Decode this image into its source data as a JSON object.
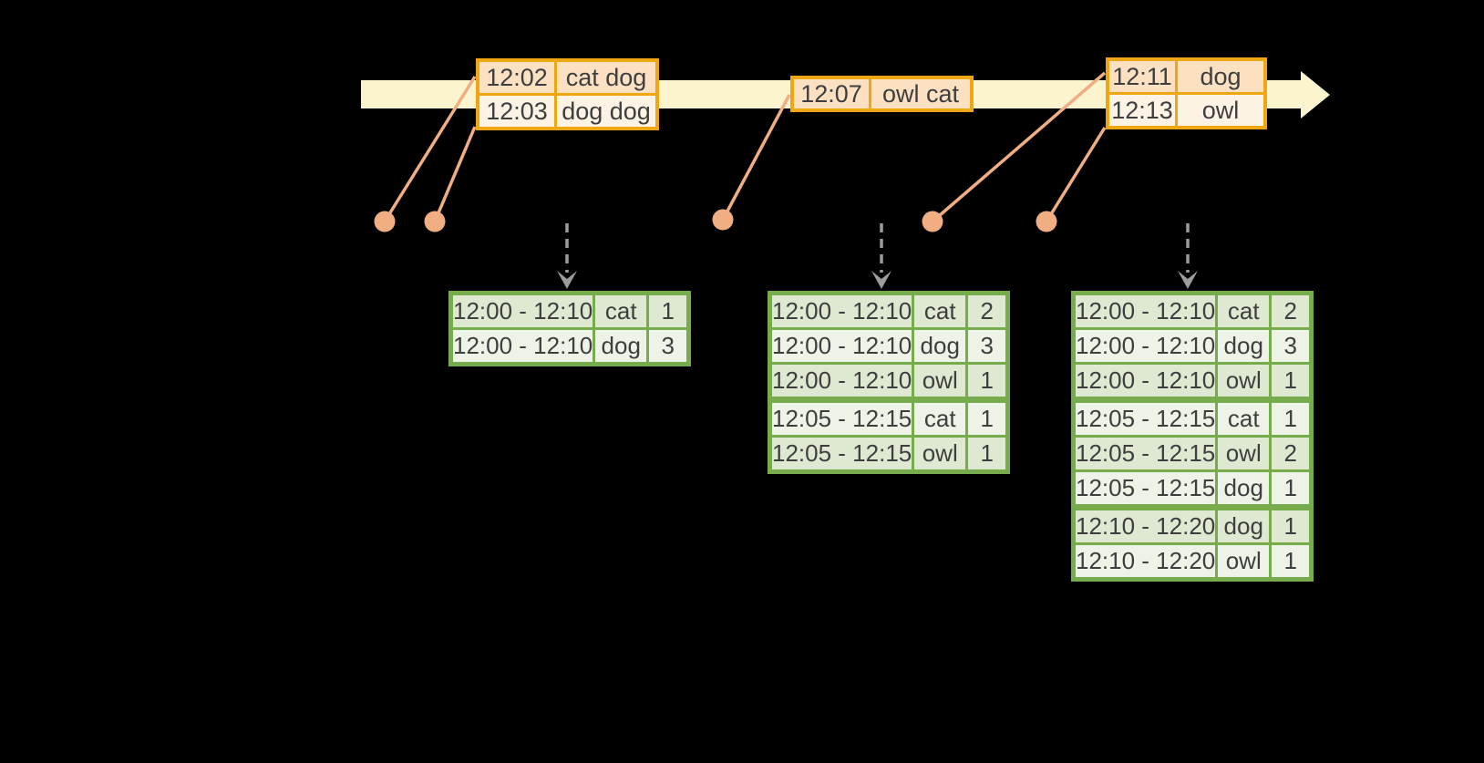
{
  "diagram": {
    "kind": "windowed-grouped-aggregation-timeline",
    "event_boxes": [
      {
        "rows": [
          {
            "time": "12:02",
            "words": "cat dog"
          },
          {
            "time": "12:03",
            "words": "dog dog"
          }
        ]
      },
      {
        "rows": [
          {
            "time": "12:07",
            "words": "owl cat"
          }
        ]
      },
      {
        "rows": [
          {
            "time": "12:11",
            "words": "dog"
          },
          {
            "time": "12:13",
            "words": "owl"
          }
        ]
      }
    ],
    "result_tables": [
      {
        "rows": [
          {
            "window": "12:00 - 12:10",
            "word": "cat",
            "count": "1"
          },
          {
            "window": "12:00 - 12:10",
            "word": "dog",
            "count": "3"
          }
        ]
      },
      {
        "rows": [
          {
            "window": "12:00 - 12:10",
            "word": "cat",
            "count": "2"
          },
          {
            "window": "12:00 - 12:10",
            "word": "dog",
            "count": "3"
          },
          {
            "window": "12:00 - 12:10",
            "word": "owl",
            "count": "1"
          },
          {
            "window": "12:05 - 12:15",
            "word": "cat",
            "count": "1"
          },
          {
            "window": "12:05 - 12:15",
            "word": "owl",
            "count": "1"
          }
        ]
      },
      {
        "rows": [
          {
            "window": "12:00 - 12:10",
            "word": "cat",
            "count": "2"
          },
          {
            "window": "12:00 - 12:10",
            "word": "dog",
            "count": "3"
          },
          {
            "window": "12:00 - 12:10",
            "word": "owl",
            "count": "1"
          },
          {
            "window": "12:05 - 12:15",
            "word": "cat",
            "count": "1"
          },
          {
            "window": "12:05 - 12:15",
            "word": "owl",
            "count": "2"
          },
          {
            "window": "12:05 - 12:15",
            "word": "dog",
            "count": "1"
          },
          {
            "window": "12:10 - 12:20",
            "word": "dog",
            "count": "1"
          },
          {
            "window": "12:10 - 12:20",
            "word": "owl",
            "count": "1"
          }
        ]
      }
    ],
    "colors": {
      "background": "#000000",
      "timeline_band": "#fcf3cf",
      "event_box_border": "#eea712",
      "event_row_peach": "#fbe1c2",
      "event_row_cream": "#fdf3e4",
      "dot_and_line": "#f1ae83",
      "table_border": "#76ac4c",
      "table_row_dark": "#dfe9d2",
      "table_row_light": "#eef3e8",
      "trigger_arrow_gray": "#9c9c9c",
      "text": "#3e3e3e"
    }
  }
}
